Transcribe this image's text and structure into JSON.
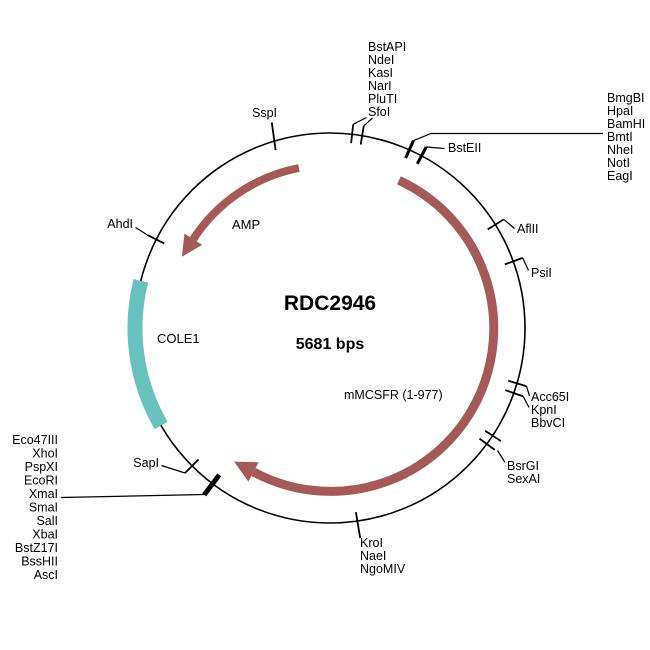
{
  "plasmid": {
    "name": "RDC2946",
    "size_label": "5681 bps"
  },
  "features": {
    "amp_label": "AMP",
    "cole1_label": "COLE1",
    "insert_label": "mMCSFR (1-977)"
  },
  "colors": {
    "feature": "#a65959",
    "origin": "#68c3bf",
    "outline": "#000000"
  },
  "sites": {
    "sspi": "SspI",
    "ahdi": "AhdI",
    "sapi": "SapI",
    "bstell": "BstEII",
    "aflii": "AflII",
    "psii": "PsiI",
    "top_stack": [
      "BstAPI",
      "NdeI",
      "KasI",
      "NarI",
      "PluTI",
      "SfoI"
    ],
    "right_stack": [
      "BmgBI",
      "HpaI",
      "BamHI",
      "BmtI",
      "NheI",
      "NotI",
      "EagI"
    ],
    "acc_stack": [
      "Acc65I",
      "KpnI",
      "BbvCI"
    ],
    "bsrgi_stack": [
      "BsrGI",
      "SexAI"
    ],
    "bottom_stack": [
      "KroI",
      "NaeI",
      "NgoMIV"
    ],
    "left_stack": [
      "Eco47III",
      "XhoI",
      "PspXI",
      "EcoRI",
      "XmaI",
      "SmaI",
      "SalI",
      "XbaI",
      "BstZ17I",
      "BssHII",
      "AscI"
    ]
  }
}
